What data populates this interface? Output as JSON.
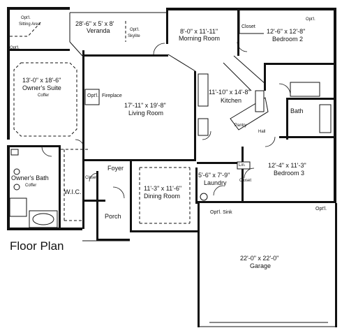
{
  "title": "Floor Plan",
  "rooms": {
    "sitting_area": {
      "line1": "Opt'l.",
      "line2": "Sitting Area"
    },
    "veranda": {
      "dims": "28'-6\" x 5' x 8'",
      "name": "Veranda"
    },
    "skylite": {
      "line1": "Opt'l.",
      "line2": "Skylite"
    },
    "morning_room": {
      "dims": "8'-0\" x 11'-11\"",
      "name": "Morning Room"
    },
    "closet_top": "Closet",
    "bedroom2": {
      "dims": "12'-6\" x 12'-8\"",
      "name": "Bedroom 2"
    },
    "optl_top_right": "Opt'l.",
    "optl_left": "Opt'l.",
    "owners_suite": {
      "dims": "13'-0\" x 18'-6\"",
      "name": "Owner's Suite",
      "note": "Coffer"
    },
    "fireplace": {
      "line1": "Opt'l.",
      "line2": "Fireplace"
    },
    "living_room": {
      "dims": "17'-11\" x 19'-8\"",
      "name": "Living Room"
    },
    "kitchen": {
      "dims": "11'-10\" x 14'-8\"",
      "name": "Kitchen"
    },
    "pantry": "Pantry",
    "hall": "Hall",
    "bath": "Bath",
    "owners_bath": {
      "name": "Owner's Bath",
      "note": "Coffer"
    },
    "wic": "W.I.C.",
    "closet_foyer": "Closet",
    "foyer": "Foyer",
    "dining_room": {
      "dims": "11'-3\" x 11'-6\"",
      "name": "Dining Room"
    },
    "laundry": {
      "dims": "5'-6\" x 7'-9\"",
      "name": "Laundry"
    },
    "lin": "Lin.",
    "closet_bed3": "Closet",
    "bedroom3": {
      "dims": "12'-4\" x 11'-3\"",
      "name": "Bedroom 3"
    },
    "optl_sink": "Opt'l. Sink",
    "optl_garage": "Opt'l.",
    "porch": "Porch",
    "garage": {
      "dims": "22'-0\" x 22'-0\"",
      "name": "Garage"
    }
  }
}
